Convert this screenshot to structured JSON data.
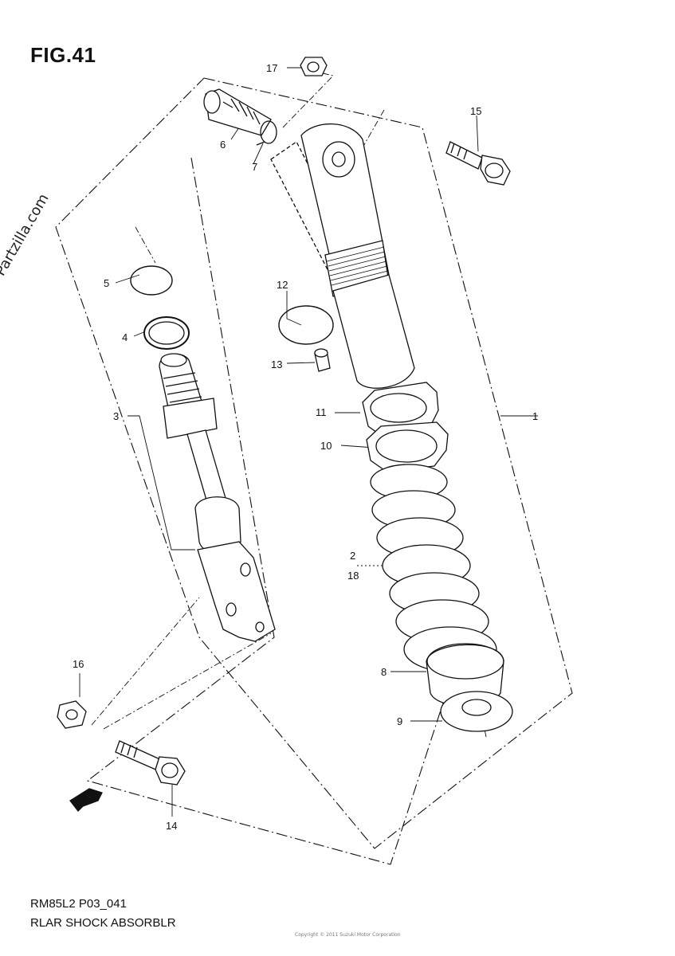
{
  "figure": {
    "title": "FIG.41",
    "watermark": "© Partzilla.com",
    "model_code": "RM85L2 P03_041",
    "name": "RLAR SHOCK ABSORBLR",
    "footer_note": "Copyright © 2011 Suzuki Motor Corporation",
    "forward_arrow_label": "FWD"
  },
  "callouts": {
    "p1": "1",
    "p2": "2",
    "p3": "3",
    "p4": "4",
    "p5": "5",
    "p6": "6",
    "p7": "7",
    "p8": "8",
    "p9": "9",
    "p10": "10",
    "p11": "11",
    "p12": "12",
    "p13": "13",
    "p14": "14",
    "p15": "15",
    "p16": "16",
    "p17": "17",
    "p18": "18"
  }
}
